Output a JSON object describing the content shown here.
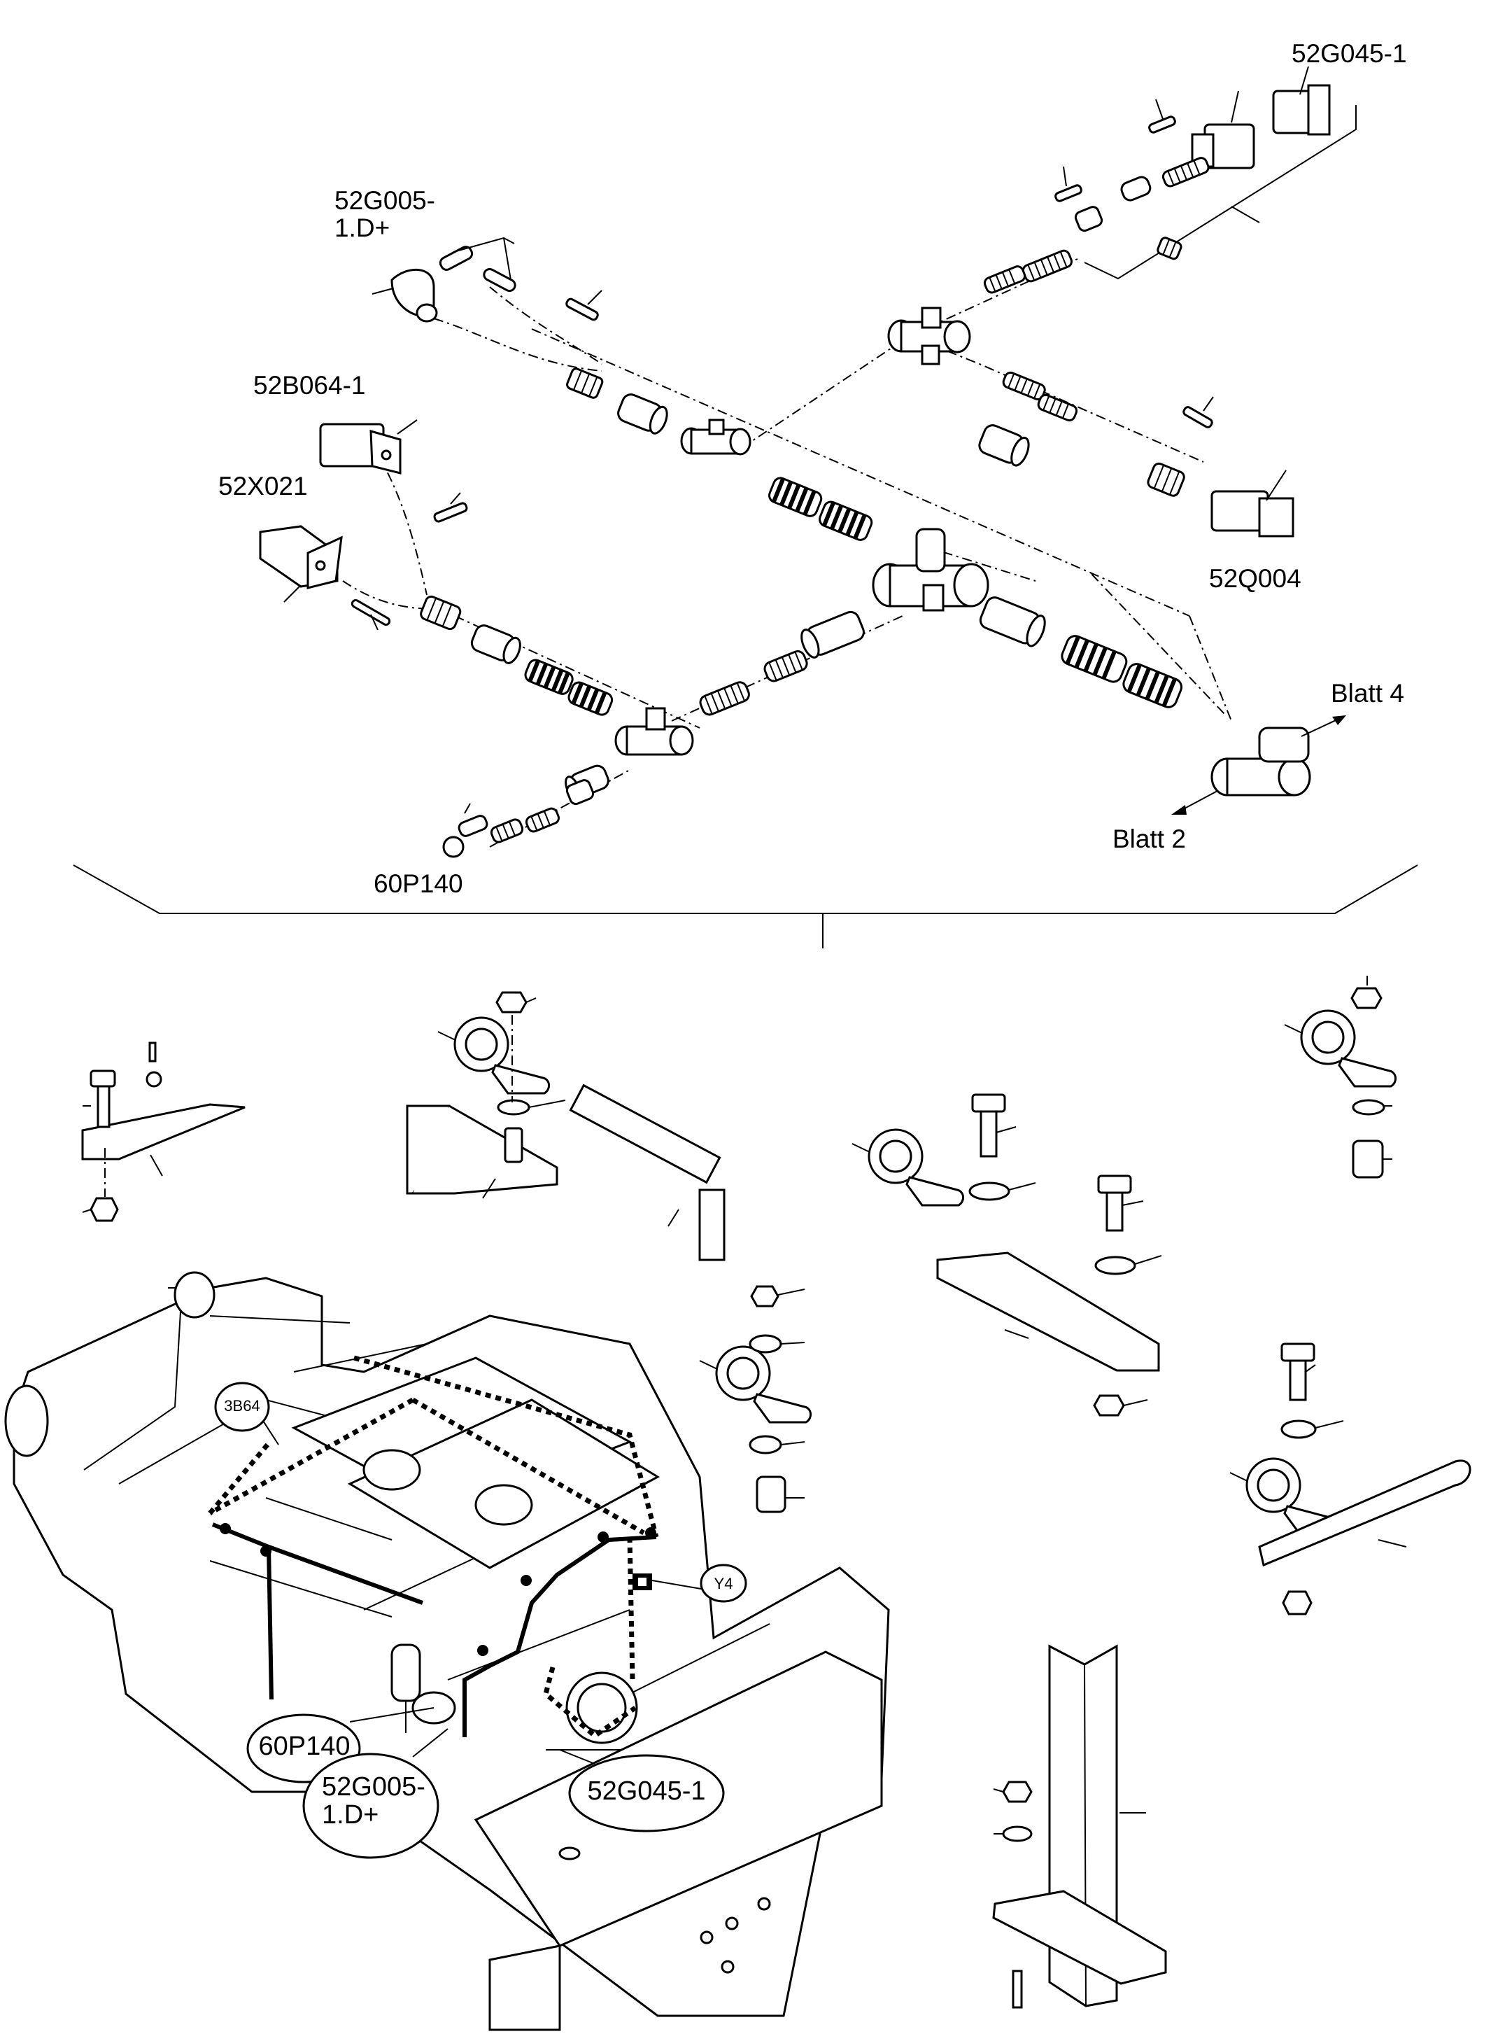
{
  "labels": {
    "top_52G045_1": "52G045-1",
    "top_52G005": "52G005-\n1.D+",
    "top_52B064_1": "52B064-1",
    "top_52X021": "52X021",
    "top_52Q004": "52Q004",
    "blatt4": "Blatt 4",
    "blatt2": "Blatt 2",
    "top_60P140": "60P140",
    "bub_3B64": "3B64",
    "bub_Y4": "Y4",
    "bot_60P140": "60P140",
    "bot_52G005": "52G005-\n1.D+",
    "bot_52G045_1": "52G045-1"
  }
}
